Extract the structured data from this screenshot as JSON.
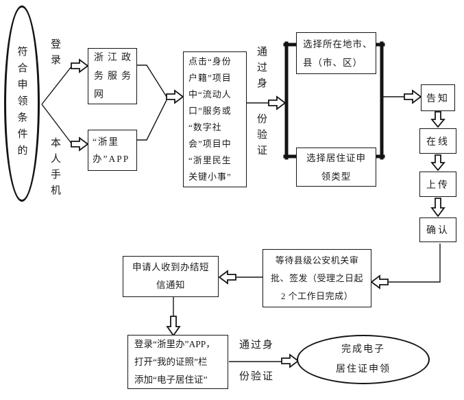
{
  "meta": {
    "background_color": "#ffffff",
    "stroke_color": "#141414",
    "arrow_fill": "#ffffff"
  },
  "flowchart": {
    "start": "符合申领条件的",
    "labels": {
      "login": "登录",
      "own_phone": "本人手机",
      "verify1_top": "通过身",
      "verify1_bottom": "份验证",
      "verify2_top": "通过身",
      "verify2_bottom": "份验证"
    },
    "portal": [
      "浙江政",
      "务服务",
      "网"
    ],
    "app": [
      "“浙里",
      "办”APP"
    ],
    "click_step": [
      "点击“身份",
      "户籍”项目",
      "中“流动人",
      "口”服务或",
      "“数字社",
      "会”项目中",
      "“浙里民生",
      "关键小事”"
    ],
    "select_city": [
      "选择所在地市、",
      "县（市、区）"
    ],
    "select_type": [
      "选择居住证申",
      "领类型"
    ],
    "steps": {
      "notify": "告知",
      "online": "在线",
      "upload": "上传",
      "confirm": "确认"
    },
    "wait_approval": [
      "等待县级公安机关审",
      "批、签发（受理之日起",
      "2 个工作日完成）"
    ],
    "sms_notice": [
      "申请人收到办结短",
      "信通知"
    ],
    "open_app": [
      "登录“浙里办”APP，",
      "打开“我的证照”栏",
      "添加“电子居住证”"
    ],
    "end": [
      "完成电子",
      "居住证申领"
    ]
  }
}
